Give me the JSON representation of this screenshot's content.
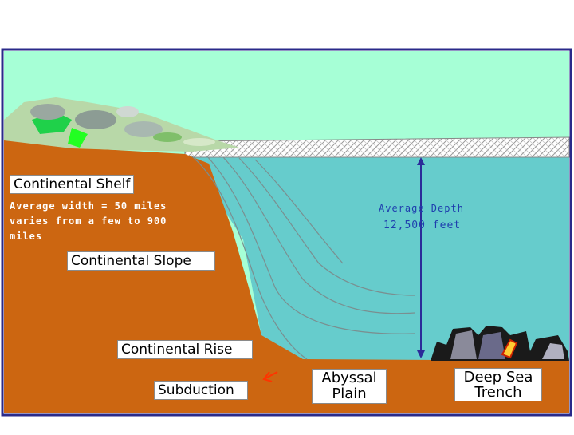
{
  "colors": {
    "sky": "#a6ffd6",
    "ocean": "#66cccc",
    "land": "#cc6611",
    "frame": "#2a2a8a",
    "depth_line": "#2b2b99",
    "depth_text": "#1f3fae",
    "note_text": "#ffffff",
    "arrow": "#ff3300"
  },
  "labels": {
    "continental_shelf": "Continental Shelf",
    "shelf_note_lines": [
      "Average width = 50 miles",
      "varies from a few to 900",
      "miles"
    ],
    "continental_slope": "Continental Slope",
    "continental_rise": "Continental Rise",
    "subduction": "Subduction",
    "abyssal_plain": "Abyssal Plain",
    "deep_sea_trench": "Deep Sea Trench",
    "average_depth": "Average Depth",
    "depth_value": "12,500 feet"
  },
  "icons": {
    "subduction_arrow": "red-arrow-icon",
    "depth_arrow": "double-headed-arrow-icon"
  }
}
